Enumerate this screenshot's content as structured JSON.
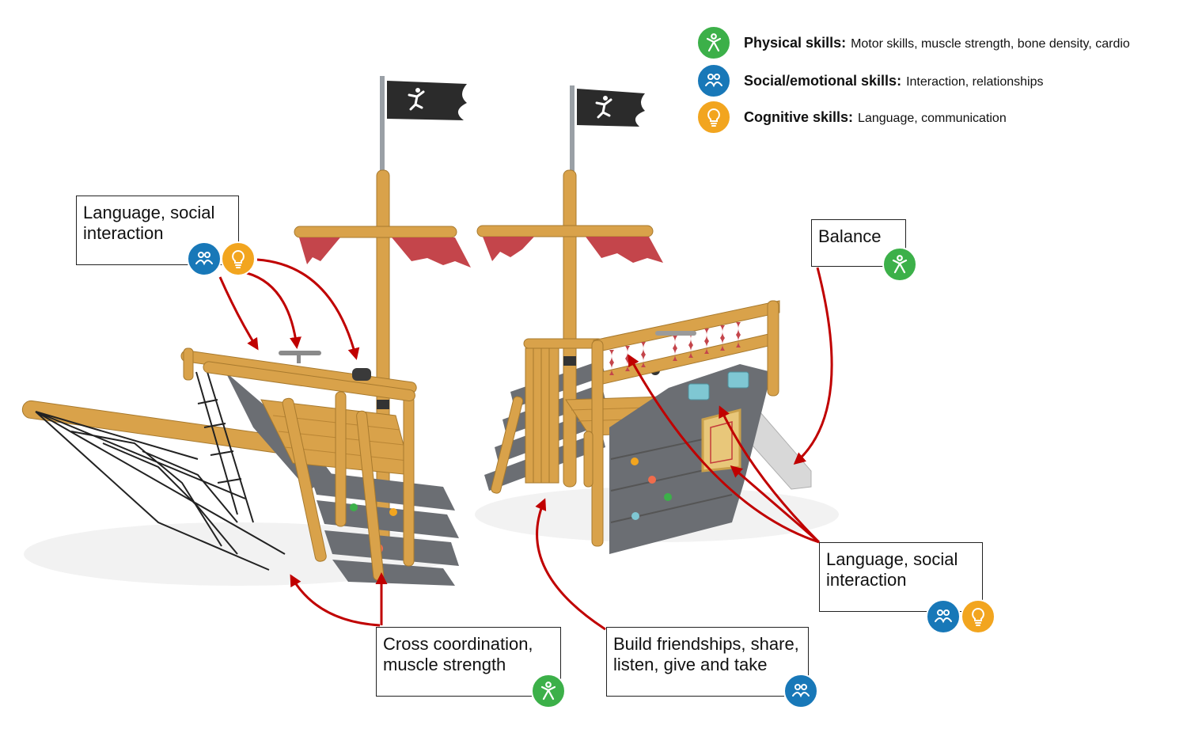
{
  "colors": {
    "physical": "#3cb049",
    "social": "#1878b8",
    "cognitive": "#f2a51f",
    "arrow": "#c00000",
    "wood": "#d9a24a",
    "hull": "#6b6e73",
    "sail": "#c4454b"
  },
  "legend": [
    {
      "icon": "physical-skills-icon",
      "title": "Physical skills:",
      "detail": "Motor skills, muscle strength, bone density, cardio"
    },
    {
      "icon": "social-emotional-skills-icon",
      "title": "Social/emotional skills:",
      "detail": "Interaction, relationships"
    },
    {
      "icon": "cognitive-skills-icon",
      "title": "Cognitive skills:",
      "detail": "Language, communication"
    }
  ],
  "callouts": {
    "language_left": "Language, social\ninteraction",
    "balance": "Balance",
    "language_right": "Language, social\ninteraction",
    "cross_coordination": "Cross coordination,\nmuscle strength",
    "friendships": "Build friendships, share,\nlisten, give and take"
  },
  "flag_icon": "running-child-icon"
}
